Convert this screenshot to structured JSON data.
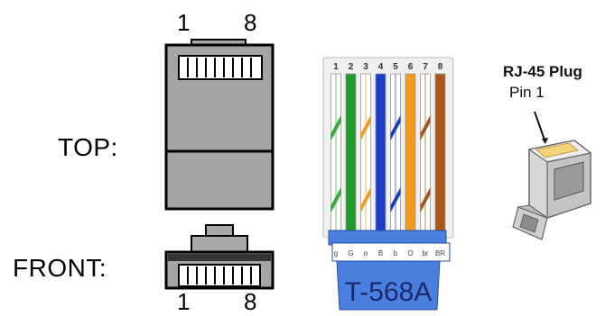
{
  "top_view": {
    "label": "TOP:",
    "pin_left": "1",
    "pin_right": "8"
  },
  "front_view": {
    "label": "FRONT:",
    "pin_left": "1",
    "pin_right": "8"
  },
  "wiring": {
    "standard": "T-568A",
    "pins": [
      "1",
      "2",
      "3",
      "4",
      "5",
      "6",
      "7",
      "8"
    ],
    "codes": [
      "g",
      "G",
      "o",
      "B",
      "b",
      "O",
      "br",
      "BR"
    ],
    "wires": [
      {
        "pin": "1",
        "base": "#ffffff",
        "stripe": "#2faa3a"
      },
      {
        "pin": "2",
        "base": "#1f9a2a",
        "stripe": null
      },
      {
        "pin": "3",
        "base": "#ffffff",
        "stripe": "#f29a25"
      },
      {
        "pin": "4",
        "base": "#1a3cc8",
        "stripe": null
      },
      {
        "pin": "5",
        "base": "#ffffff",
        "stripe": "#1a3cc8"
      },
      {
        "pin": "6",
        "base": "#f59a1a",
        "stripe": null
      },
      {
        "pin": "7",
        "base": "#ffffff",
        "stripe": "#a9561a"
      },
      {
        "pin": "8",
        "base": "#a9561a",
        "stripe": null
      }
    ],
    "jacket_color": "#4a7fe0"
  },
  "plug": {
    "title": "RJ-45 Plug",
    "pin_label": "Pin 1"
  }
}
